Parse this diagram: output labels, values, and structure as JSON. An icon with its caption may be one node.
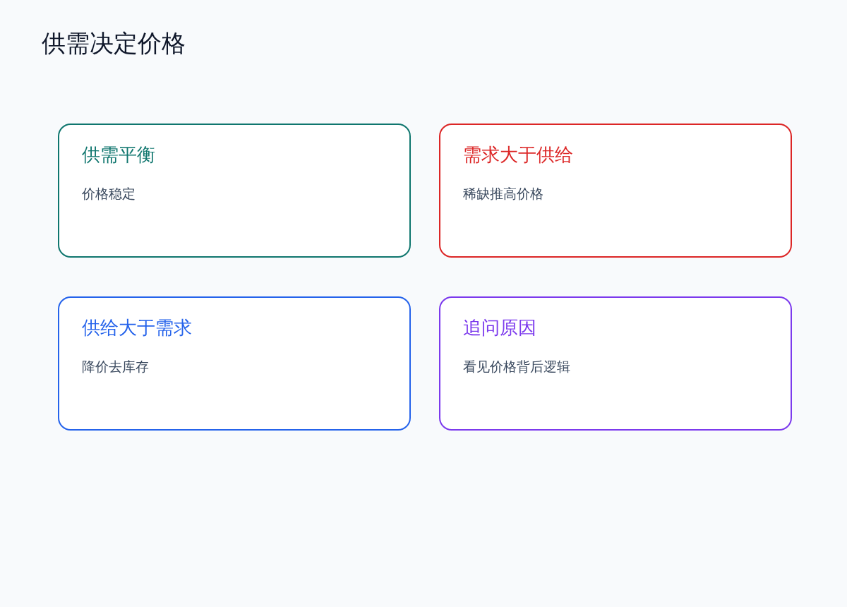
{
  "diagram": {
    "title": "供需决定价格",
    "nodes": [
      {
        "text": [
          "供需平衡",
          "价格稳定"
        ]
      },
      {
        "text": [
          "需求大于供给",
          "稀缺推高价格"
        ]
      },
      {
        "text": [
          "供给大于需求",
          "降价去库存"
        ]
      },
      {
        "text": [
          "追问原因",
          "看见价格背后逻辑"
        ]
      }
    ]
  }
}
